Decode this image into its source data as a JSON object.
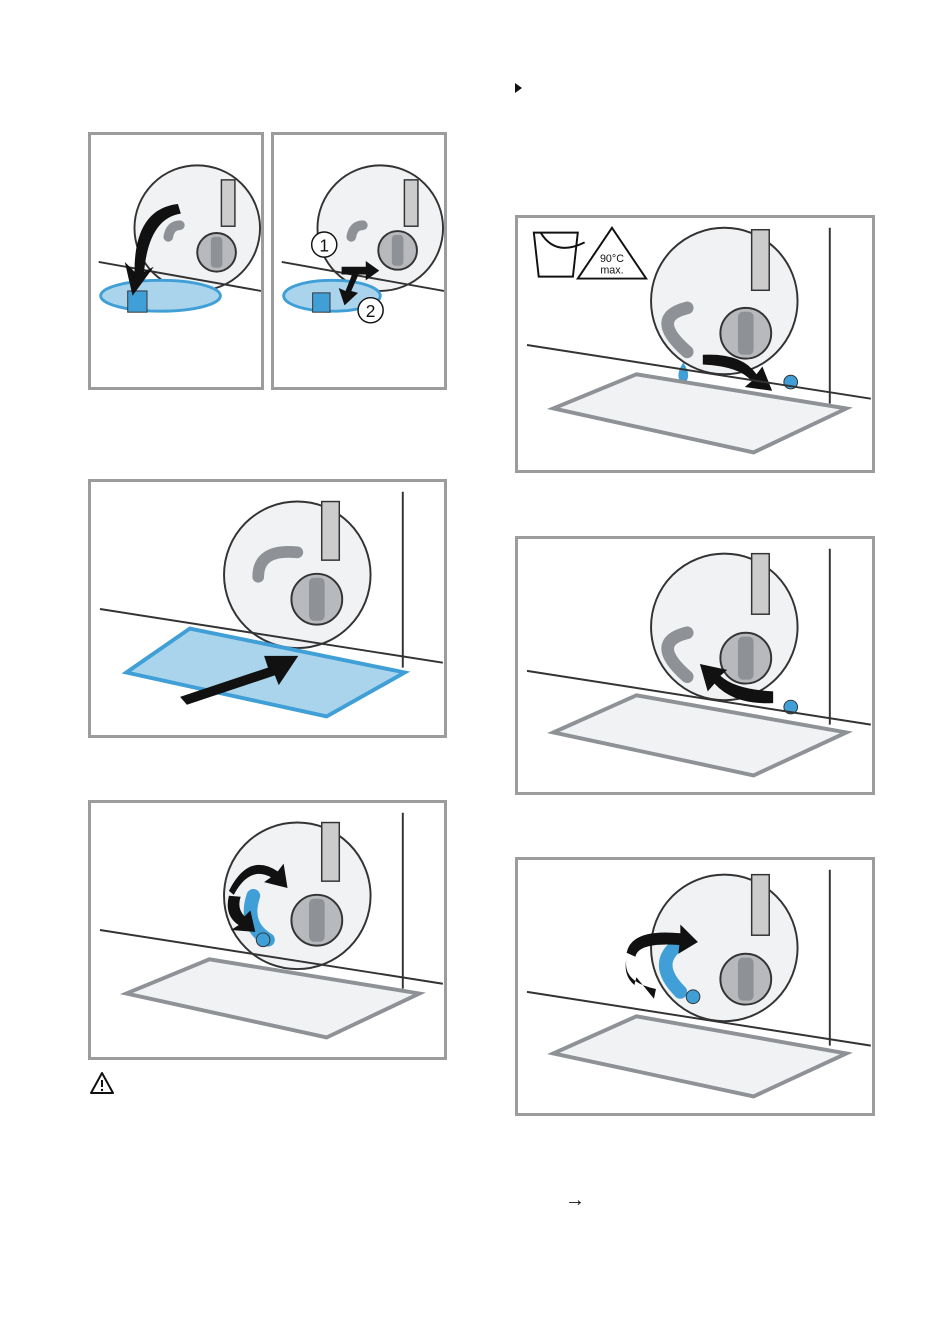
{
  "step_marker": "step-bullet",
  "warning_icon": "warning-triangle-icon",
  "result_arrow": "→",
  "callouts": {
    "one": "1",
    "two": "2"
  },
  "hot_symbol": {
    "temp": "90°C",
    "limit": "max."
  },
  "colors": {
    "accent_blue": "#3f9fd6",
    "light_blue": "#a9d4ec",
    "panel_border": "#9c9c9c",
    "appliance_gray": "#f1f2f4",
    "part_gray": "#8e9196"
  }
}
